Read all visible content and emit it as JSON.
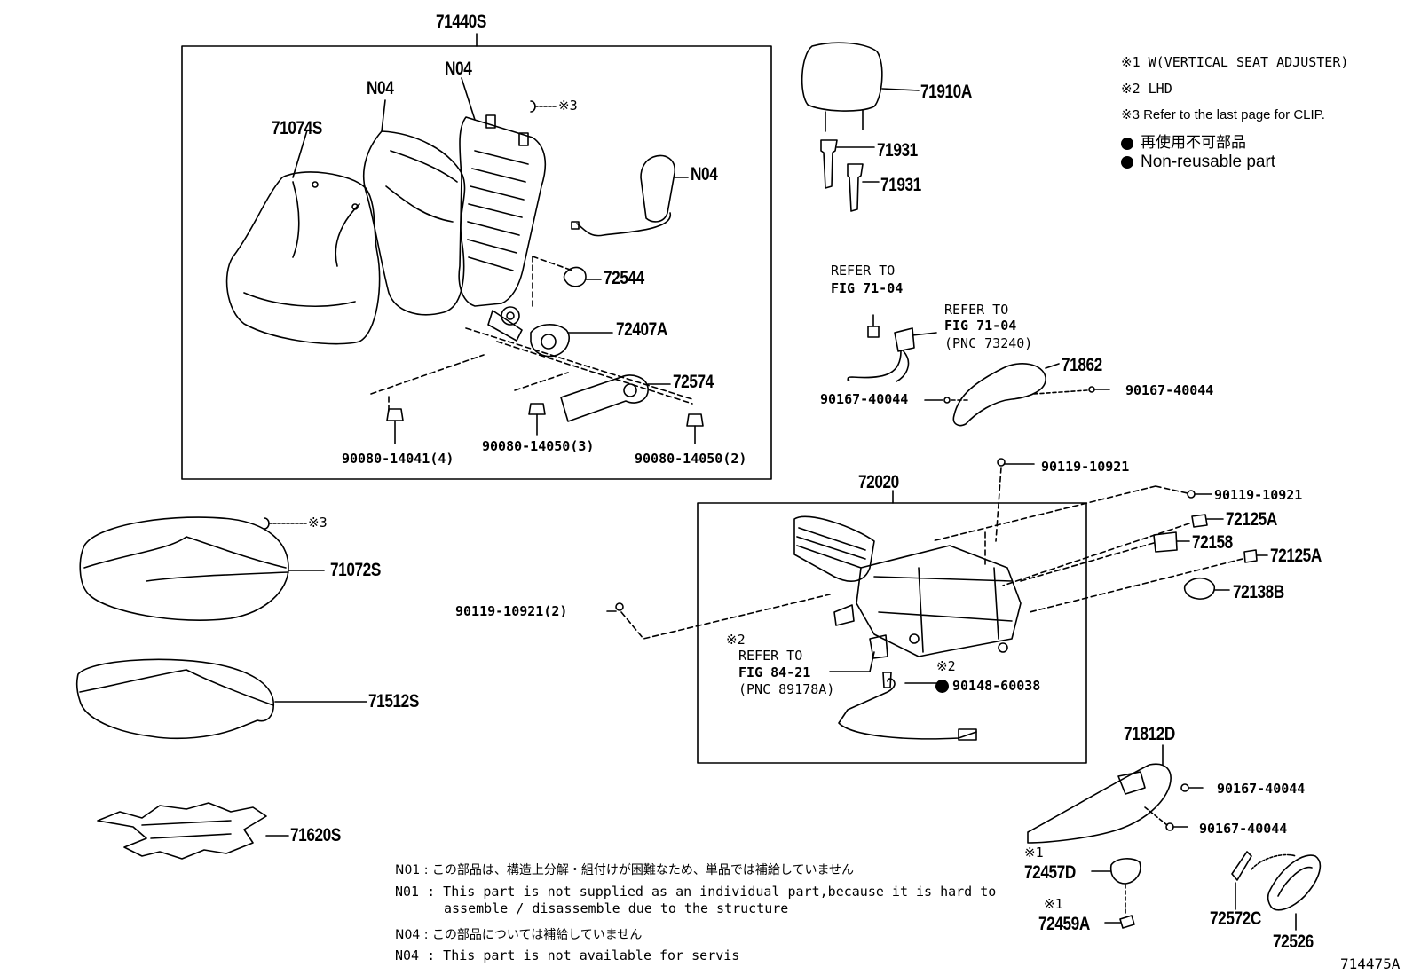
{
  "labels": {
    "assy_back": "71440S",
    "n04_a": "N04",
    "n04_b": "N04",
    "n04_c": "N04",
    "cover_back": "71074S",
    "clip_ref3_a": "※3",
    "clip_ref3_b": "※3",
    "p72544": "72544",
    "p72407a": "72407A",
    "p72574": "72574",
    "bolt_a": "90080-14041(4)",
    "bolt_b": "90080-14050(3)",
    "bolt_c": "90080-14050(2)",
    "headrest": "71910A",
    "guide_a": "71931",
    "guide_b": "71931",
    "refer1_l1": "REFER TO",
    "refer1_l2": "FIG 71-04",
    "refer2_l1": "REFER TO",
    "refer2_l2": "FIG 71-04",
    "refer2_l3": "(PNC 73240)",
    "p71862": "71862",
    "screw_l": "90167-40044",
    "screw_r": "90167-40044",
    "p72020": "72020",
    "b90119_top": "90119-10921",
    "b90119_r": "90119-10921",
    "p72125a_1": "72125A",
    "p72158": "72158",
    "p72125a_2": "72125A",
    "p72138b": "72138B",
    "b90119_l": "90119-10921(2)",
    "refer3_mark": "※2",
    "refer3_l1": "REFER TO",
    "refer3_l2": "FIG 84-21",
    "refer3_l3": "(PNC 89178A)",
    "mark_2b": "※2",
    "bolt_nr": "90148-60038",
    "cushion_cover": "71072S",
    "pad": "71512S",
    "spring": "71620S",
    "p71812d": "71812D",
    "screw_c1": "90167-40044",
    "screw_c2": "90167-40044",
    "mark_1a": "※1",
    "p72457d": "72457D",
    "mark_1b": "※1",
    "p72459a": "72459A",
    "p72572c": "72572C",
    "p72526": "72526",
    "fig_code": "714475A"
  },
  "legend": {
    "l1": "※1 W(VERTICAL SEAT ADJUSTER)",
    "l2": "※2 LHD",
    "l3": "※3 Refer to the last page for CLIP.",
    "l4": "再使用不可部品",
    "l5": "Non-reusable part"
  },
  "notes": {
    "n01_jp": "N01 : この部品は、構造上分解・組付けが困難なため、単品では補給していません",
    "n01_en1": "N01 : This part is not supplied as an individual part,because it is hard to",
    "n01_en2": "assemble / disassemble due to the structure",
    "n04_jp": "N04 : この部品については補給していません",
    "n04_en": "N04 : This part is not available for servis"
  }
}
